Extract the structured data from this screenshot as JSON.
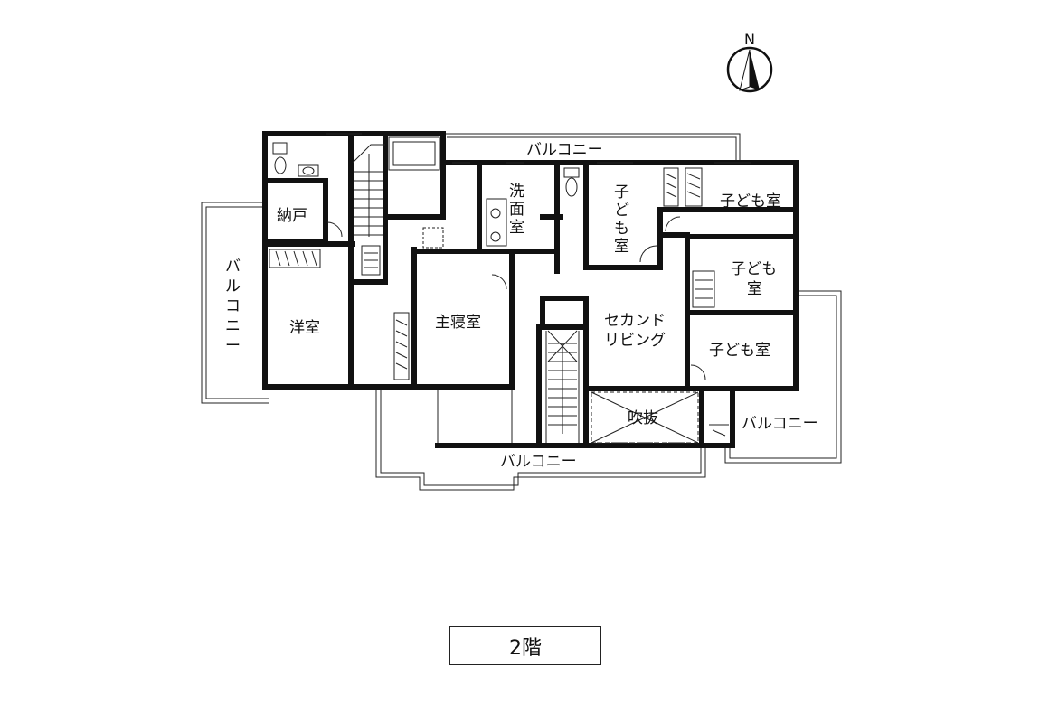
{
  "compass": {
    "north_label": "N"
  },
  "rooms": {
    "storage": "納戸",
    "western_room": "洋室",
    "master_bedroom": "主寝室",
    "washroom_1": "洗",
    "washroom_2": "面",
    "washroom_3": "室",
    "kids_room_a_1": "子",
    "kids_room_a_2": "ど",
    "kids_room_a_3": "も",
    "kids_room_a_4": "室",
    "kids_room_b": "子ども室",
    "kids_room_c_1": "子ども",
    "kids_room_c_2": "室",
    "kids_room_d": "子ども室",
    "second_living_1": "セカンド",
    "second_living_2": "リビング",
    "void": "吹抜"
  },
  "balconies": {
    "north": "バルコニー",
    "south": "バルコニー",
    "east": "バルコニー",
    "west_chars": [
      "バ",
      "ル",
      "コ",
      "ニ",
      "ー"
    ]
  },
  "floor_label": "2階"
}
